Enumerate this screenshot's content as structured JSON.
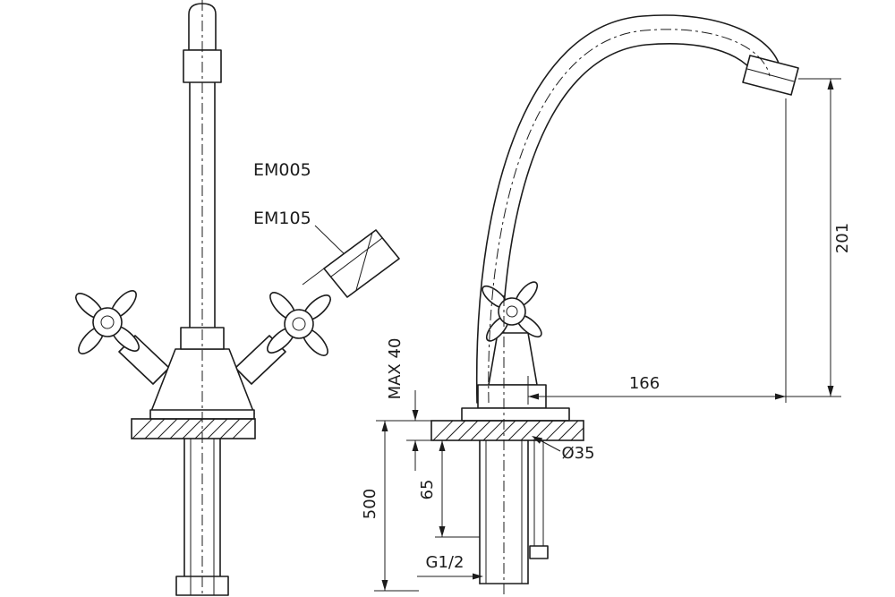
{
  "labels": {
    "model_a": "EM005",
    "model_b": "EM105"
  },
  "dimensions": {
    "spout_height": "201",
    "spout_reach": "166",
    "max_deck_thickness": "MAX 40",
    "hole_diameter": "Ø35",
    "shank_length": "65",
    "hose_length": "500",
    "thread_size": "G1/2"
  },
  "colors": {
    "line": "#1c1c1c",
    "background": "#ffffff"
  }
}
